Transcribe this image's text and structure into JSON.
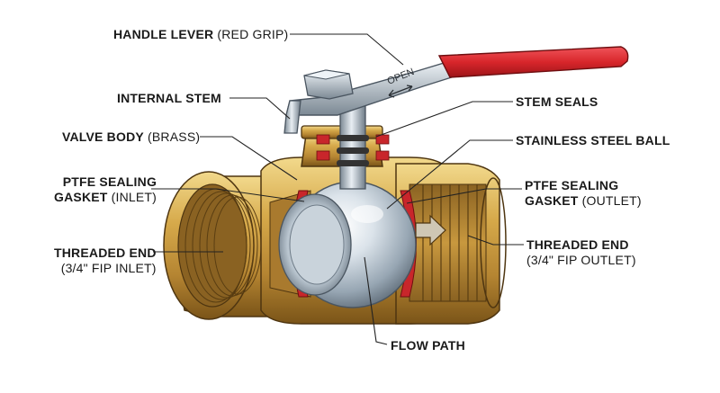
{
  "labels": {
    "handle_lever": {
      "main": "HANDLE LEVER",
      "sub": " (RED GRIP)"
    },
    "internal_stem": {
      "main": "INTERNAL STEM"
    },
    "valve_body": {
      "main": "VALVE BODY",
      "sub": " (BRASS)"
    },
    "ptfe_inlet": {
      "line1": "PTFE SEALING",
      "line2_main": "GASKET",
      "line2_sub": " (INLET)"
    },
    "threaded_inlet": {
      "line1": "THREADED END",
      "line2": "(3/4\" FIP INLET)"
    },
    "stem_seals": {
      "main": "STEM SEALS"
    },
    "stainless_ball": {
      "main": "STAINLESS STEEL BALL"
    },
    "ptfe_outlet": {
      "line1": "PTFE SEALING",
      "line2_main": "GASKET",
      "line2_sub": " (OUTLET)"
    },
    "threaded_outlet": {
      "line1": "THREADED END",
      "line2": "(3/4\" FIP OUTLET)"
    },
    "flow_path": {
      "main": "FLOW PATH"
    }
  },
  "handle_text": "OPEN",
  "colors": {
    "brass_light": "#e8c66a",
    "brass_mid": "#c89a3c",
    "brass_dark": "#7a5418",
    "steel_light": "#eef3f7",
    "steel_mid": "#a8b6c2",
    "steel_dark": "#5d6a76",
    "grip_red": "#d8262b",
    "gasket_red": "#c8262b"
  }
}
